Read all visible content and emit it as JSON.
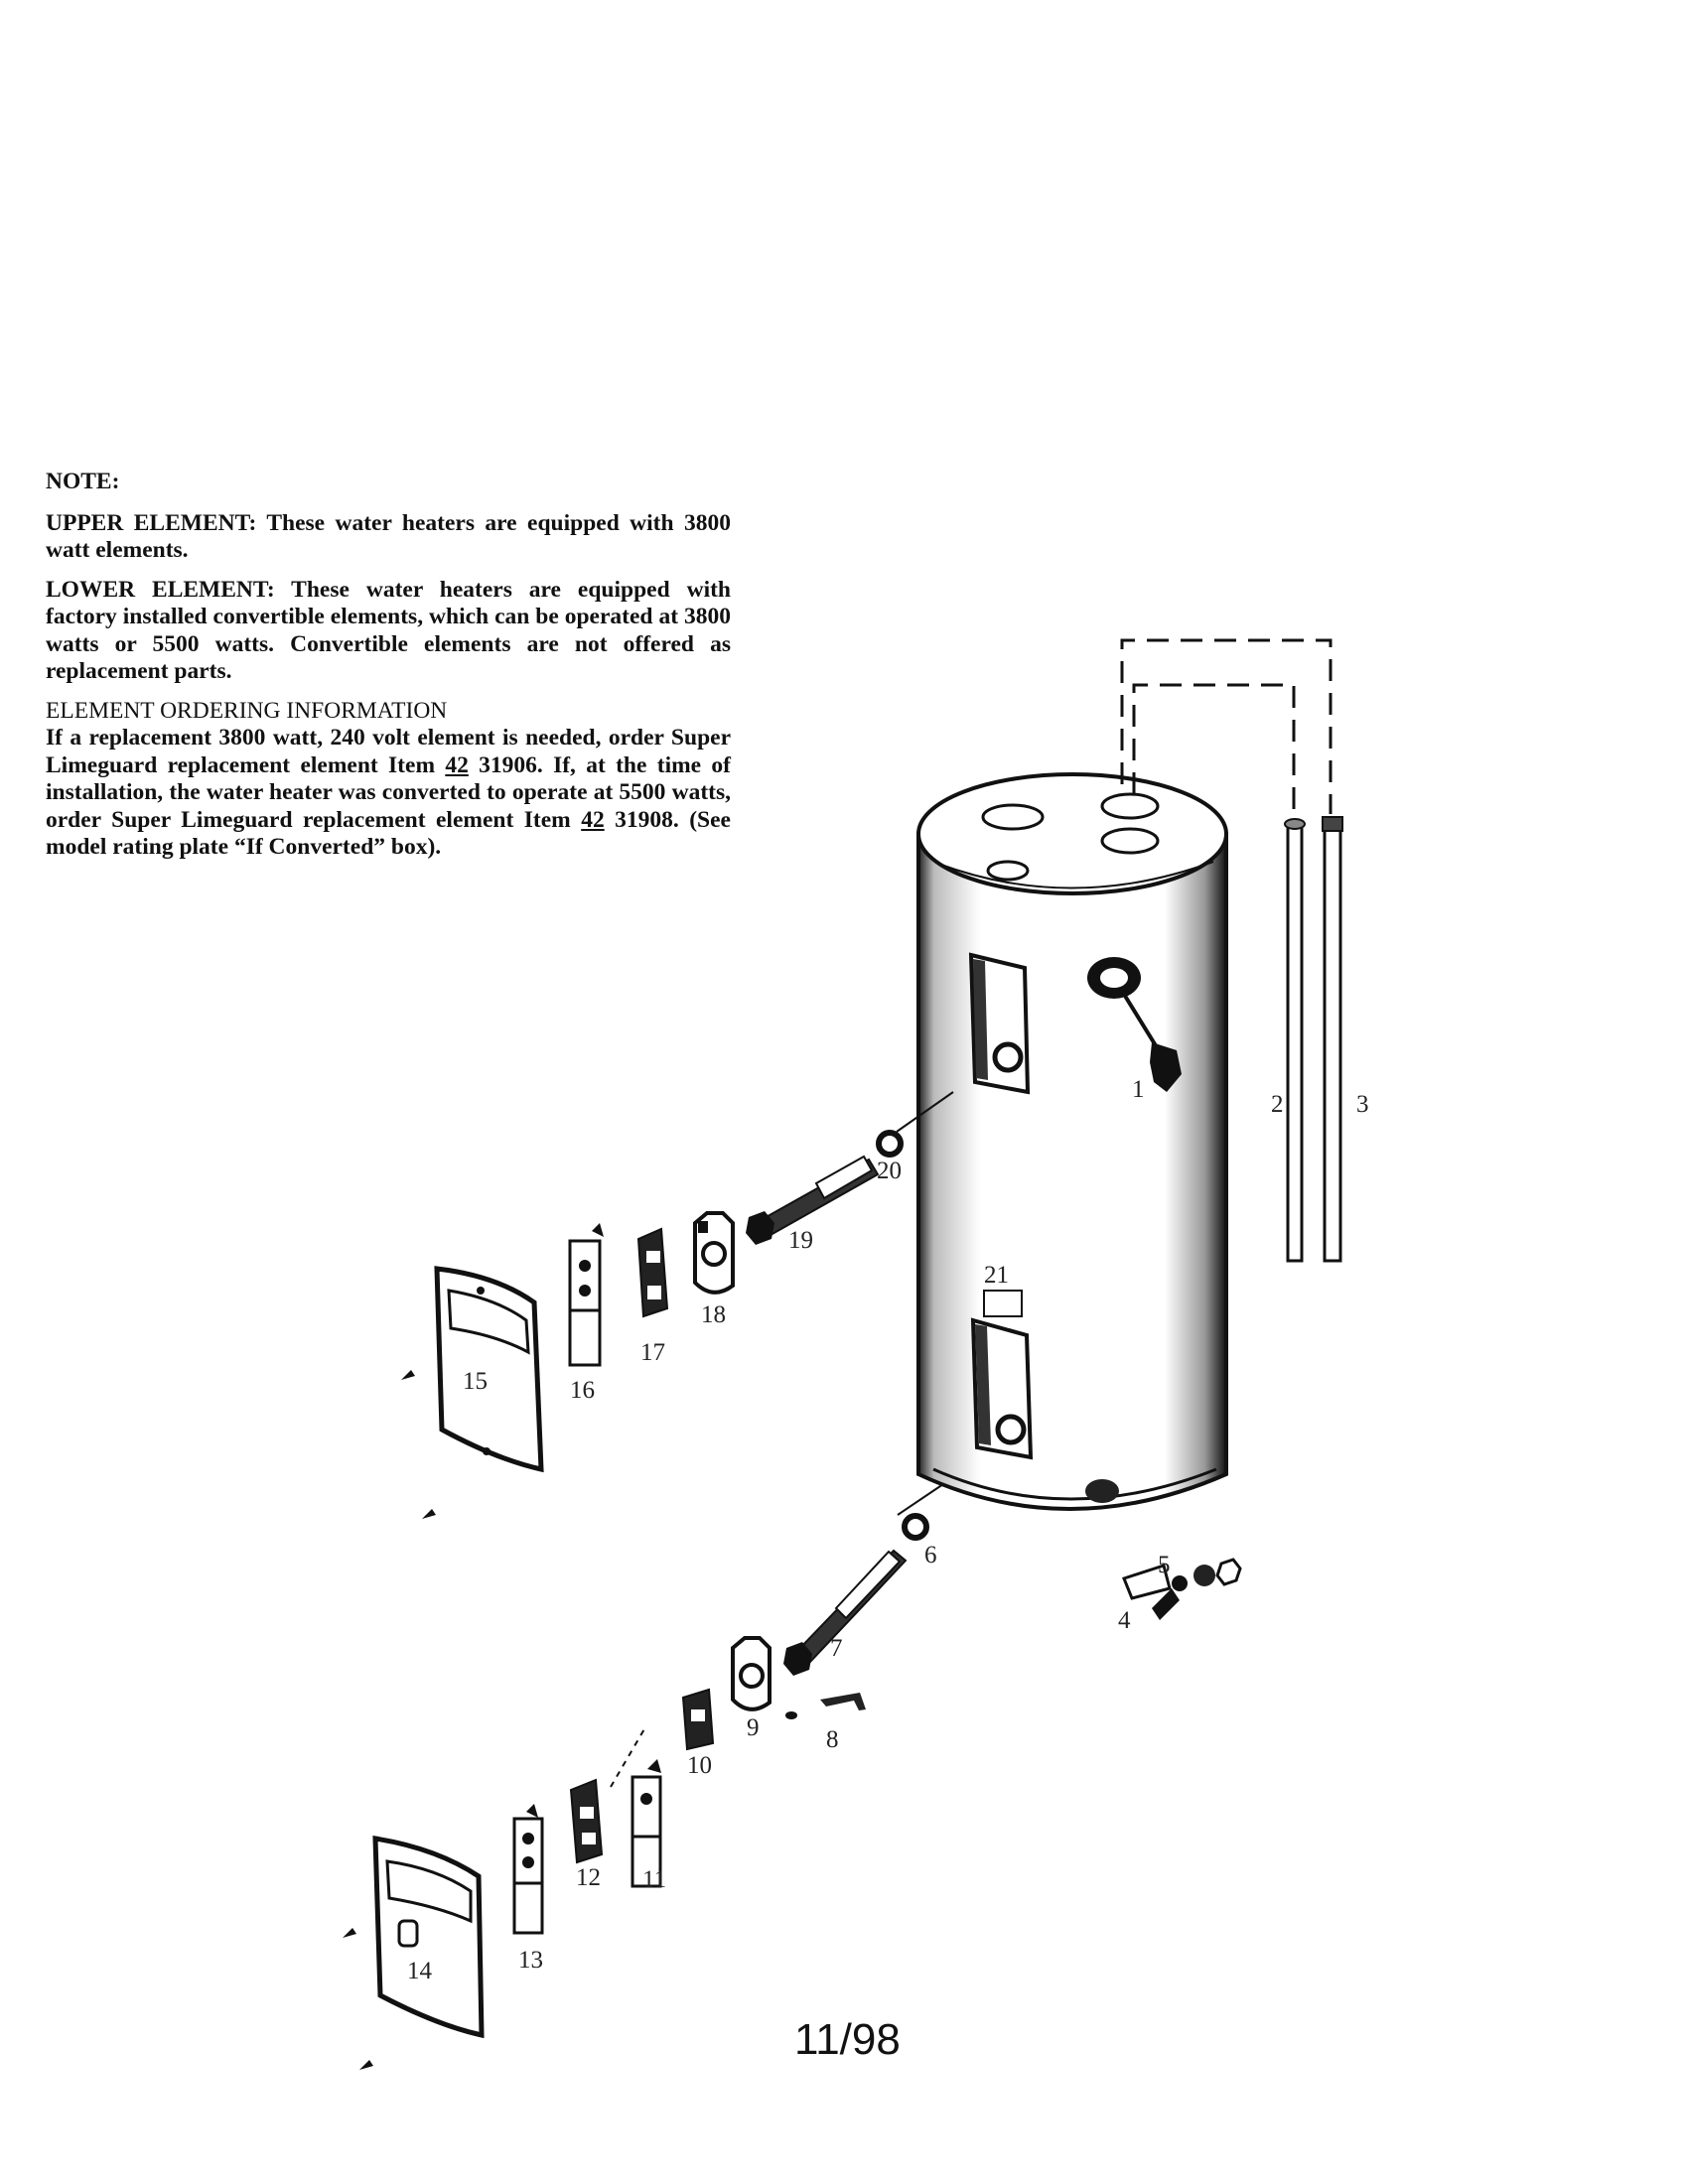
{
  "note": {
    "heading": "NOTE:",
    "upper": "UPPER ELEMENT: These water heaters are equipped with 3800 watt elements.",
    "lower": "LOWER ELEMENT: These water heaters are equipped with factory installed convertible elements, which can be operated at 3800 watts or 5500 watts. Convertible elements are not offered as replacement parts.",
    "ordering_heading": "ELEMENT ORDERING INFORMATION",
    "ordering_p1": "If a replacement 3800 watt, 240 volt element is needed, order Super Limeguard replacement element Item ",
    "ordering_item1": "42",
    "ordering_p2": " 31906. If, at the time of installation, the water heater was converted to operate at 5500 watts, order Super Limeguard replacement element Item ",
    "ordering_item2": "42",
    "ordering_p3": " 31908. (See model rating plate “If Converted” box)."
  },
  "callouts": [
    "1",
    "2",
    "3",
    "4",
    "5",
    "6",
    "7",
    "8",
    "9",
    "10",
    "11",
    "12",
    "13",
    "14",
    "15",
    "16",
    "17",
    "18",
    "19",
    "20",
    "21"
  ],
  "date": "11/98"
}
